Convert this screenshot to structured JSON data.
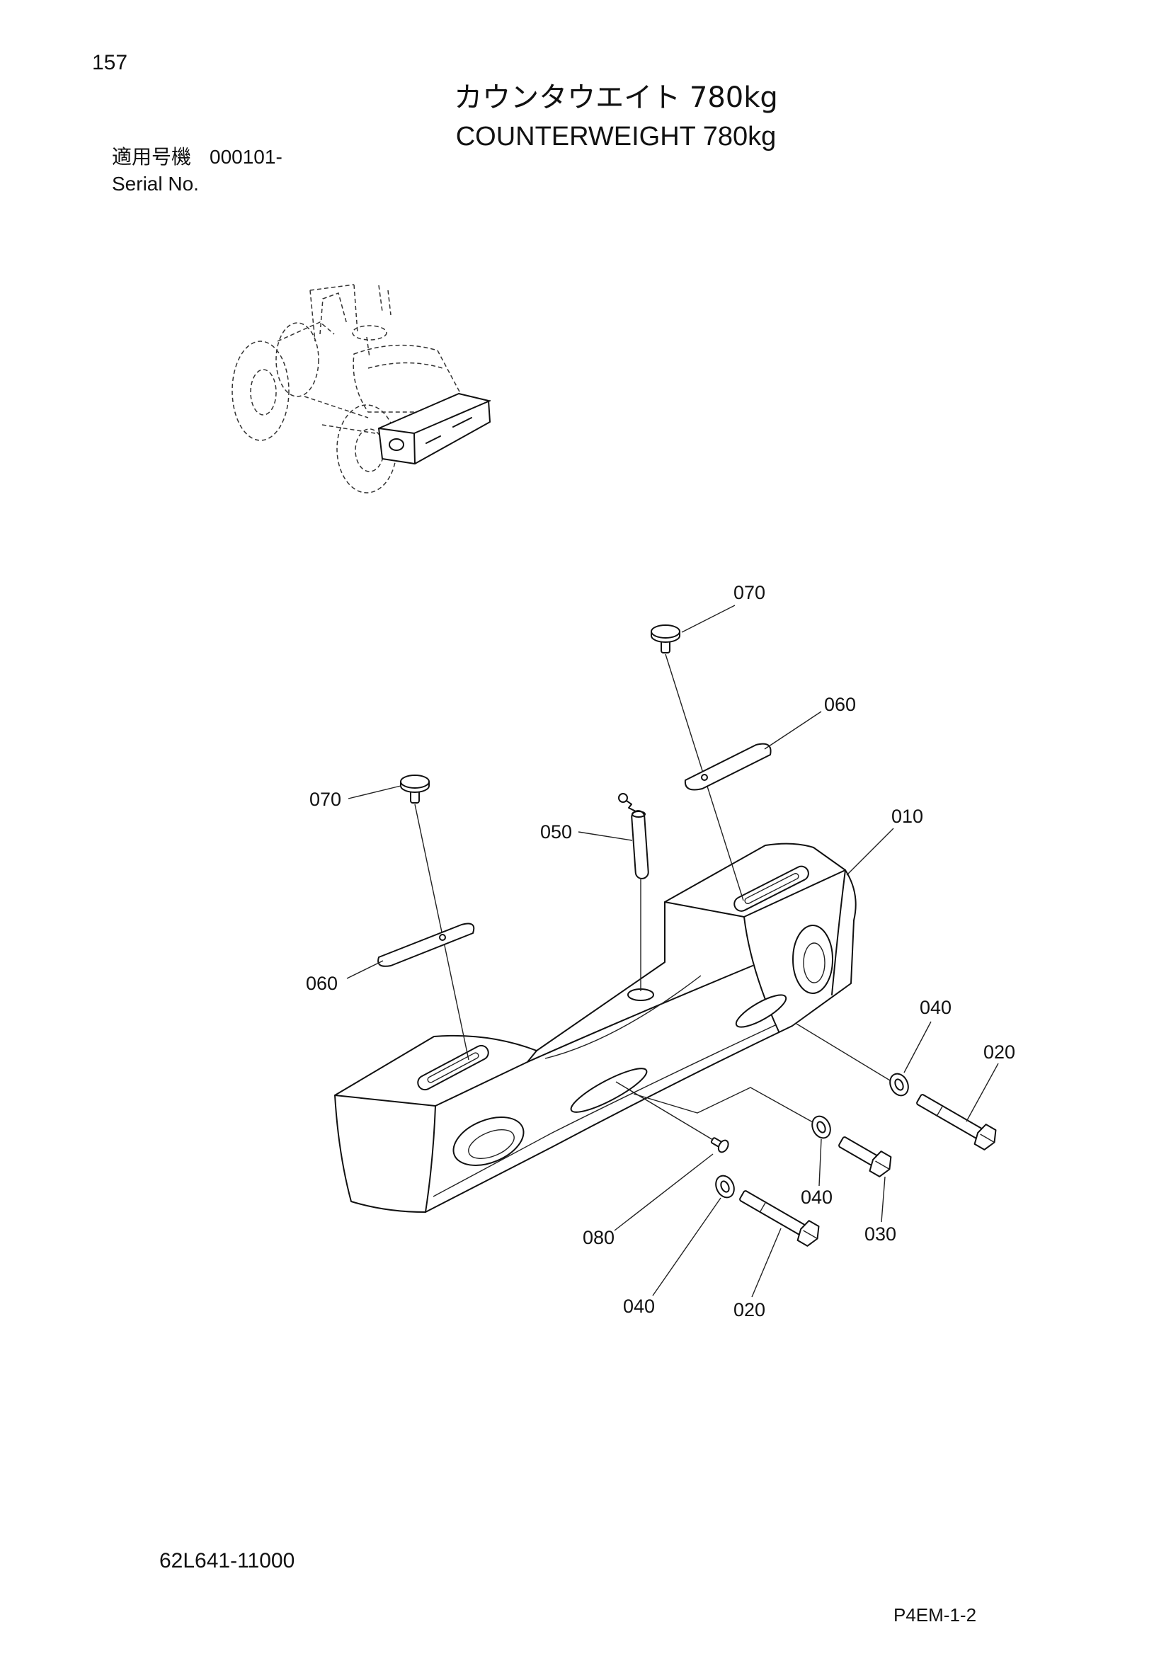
{
  "page": {
    "number": "157",
    "drawing_number": "62L641-11000",
    "code": "P4EM-1-2"
  },
  "title": {
    "jp": "カウンタウエイト 780kg",
    "en": "COUNTERWEIGHT 780kg"
  },
  "serial": {
    "label_jp": "適用号機",
    "value": "000101-",
    "label_en": "Serial No."
  },
  "callouts": [
    "070",
    "060",
    "070",
    "050",
    "010",
    "060",
    "040",
    "020",
    "040",
    "030",
    "080",
    "040",
    "020"
  ]
}
